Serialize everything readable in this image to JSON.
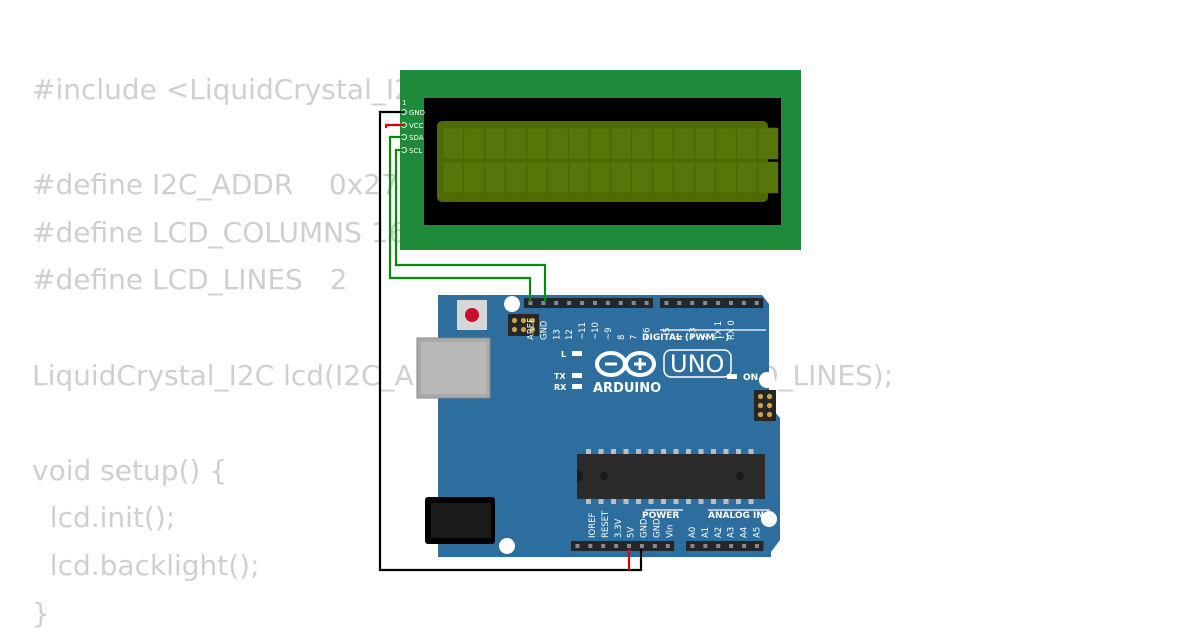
{
  "code_lines": [
    "#include <LiquidCrystal_I2C.h>",
    "",
    "#define I2C_ADDR    0x27",
    "#define LCD_COLUMNS 16",
    "#define LCD_LINES   2",
    "",
    "LiquidCrystal_I2C lcd(I2C_ADDR, LCD_COLUMNS, LCD_LINES);",
    "",
    "void setup() {",
    "  lcd.init();",
    "  lcd.backlight();",
    "}"
  ],
  "lcd": {
    "pin_number": "1",
    "pins": [
      "GND",
      "VCC",
      "SDA",
      "SCL"
    ],
    "colors": {
      "pcb": "#1f8a3a",
      "bezel": "#000000",
      "screen": "#4e6b00"
    }
  },
  "arduino": {
    "brand": "ARDUINO",
    "model": "UNO",
    "digital_label": "DIGITAL (PWM ~)",
    "digital_pins": [
      "AREF",
      "GND",
      "13",
      "12",
      "~11",
      "~10",
      "~9",
      "8",
      "7",
      "~6",
      "~5",
      "4",
      "~3",
      "2",
      "TX 1",
      "RX 0"
    ],
    "led_labels": {
      "l": "L",
      "tx": "TX",
      "rx": "RX",
      "on": "ON"
    },
    "power_label": "POWER",
    "power_pins": [
      "IOREF",
      "RESET",
      "3.3V",
      "5V",
      "GND",
      "GND",
      "Vin"
    ],
    "analog_label": "ANALOG IN",
    "analog_pins": [
      "A0",
      "A1",
      "A2",
      "A3",
      "A4",
      "A5"
    ],
    "colors": {
      "board": "#2e6e9e",
      "chip": "#2b2b2b"
    }
  },
  "wires": {
    "gnd": "#000000",
    "vcc": "#e00000",
    "sda": "#0a8a0a",
    "scl": "#0a8a0a"
  }
}
